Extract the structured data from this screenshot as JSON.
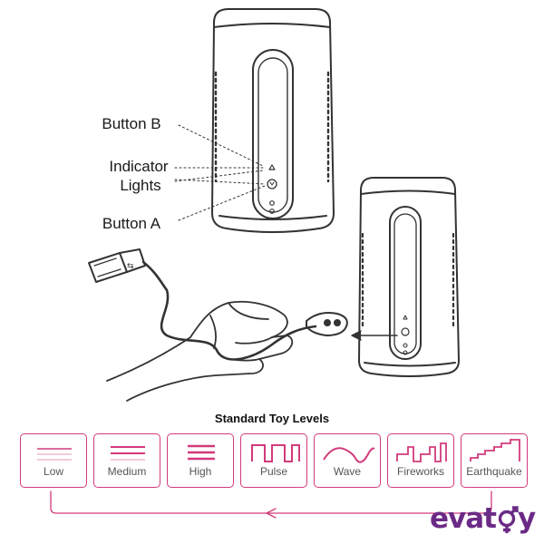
{
  "callouts": {
    "button_b": "Button B",
    "indicator_lights": [
      "Indicator",
      "Lights"
    ],
    "button_a": "Button A"
  },
  "levels": {
    "title": "Standard Toy Levels",
    "items": [
      {
        "label": "Low",
        "pattern": "low"
      },
      {
        "label": "Medium",
        "pattern": "medium"
      },
      {
        "label": "High",
        "pattern": "high"
      },
      {
        "label": "Pulse",
        "pattern": "pulse"
      },
      {
        "label": "Wave",
        "pattern": "wave"
      },
      {
        "label": "Fireworks",
        "pattern": "fireworks"
      },
      {
        "label": "Earthquake",
        "pattern": "earthquake"
      }
    ]
  },
  "brand": {
    "name": "evatoy",
    "color": "#6b2a86"
  },
  "colors": {
    "accent": "#d23a7c",
    "line": "#333333"
  }
}
